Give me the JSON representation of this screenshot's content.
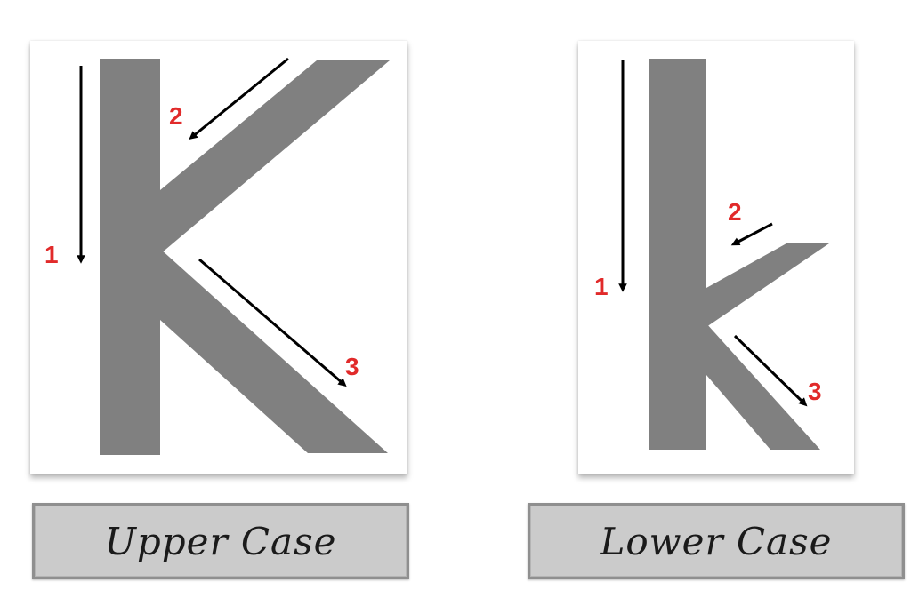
{
  "colors": {
    "letter_fill": "#808080",
    "arrow": "#000000",
    "step_number": "#e12a2a",
    "caption_bg": "#cbcbcb",
    "caption_border": "#8f8f8f"
  },
  "upper_case": {
    "caption": "Upper Case",
    "steps": [
      "1",
      "2",
      "3"
    ]
  },
  "lower_case": {
    "caption": "Lower Case",
    "steps": [
      "1",
      "2",
      "3"
    ]
  }
}
